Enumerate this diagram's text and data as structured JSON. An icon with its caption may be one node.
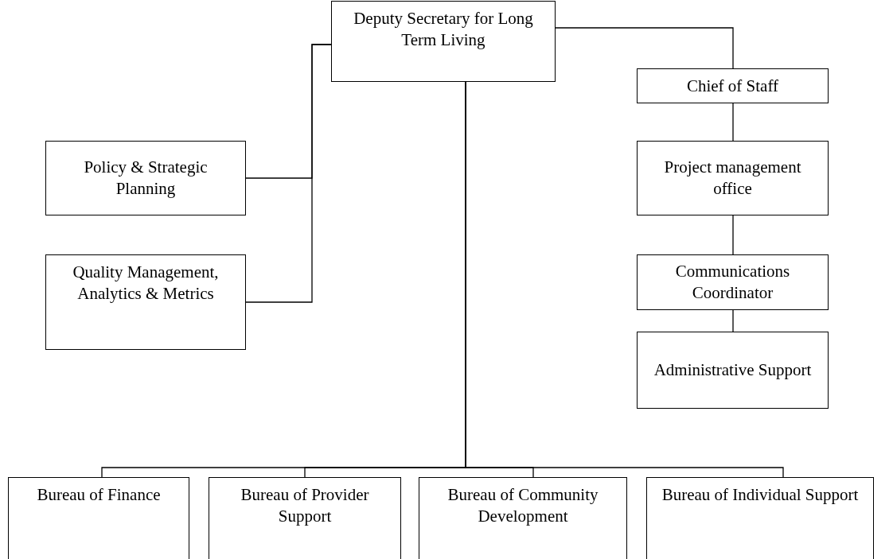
{
  "diagram": {
    "nodes": [
      {
        "text": [
          "Deputy Secretary for Long Term Living"
        ]
      },
      {
        "text": [
          "Chief of Staff"
        ]
      },
      {
        "text": [
          "Policy & Strategic Planning"
        ]
      },
      {
        "text": [
          "Project management office"
        ]
      },
      {
        "text": [
          "Quality Management, Analytics & Metrics"
        ]
      },
      {
        "text": [
          "Communications Coordinator"
        ]
      },
      {
        "text": [
          "Administrative Support"
        ]
      },
      {
        "text": [
          "Bureau of Finance"
        ]
      },
      {
        "text": [
          "Bureau of Provider Support"
        ]
      },
      {
        "text": [
          "Bureau of Community Development"
        ]
      },
      {
        "text": [
          "Bureau of Individual Support"
        ]
      }
    ],
    "edges": [
      {
        "from": 0,
        "to": 1,
        "arrow": "none"
      },
      {
        "from": 0,
        "to": 2,
        "arrow": "none"
      },
      {
        "from": 0,
        "to": 4,
        "arrow": "none"
      },
      {
        "from": 1,
        "to": 3,
        "arrow": "none"
      },
      {
        "from": 3,
        "to": 5,
        "arrow": "none"
      },
      {
        "from": 5,
        "to": 6,
        "arrow": "none"
      },
      {
        "from": 0,
        "to": 7,
        "arrow": "none"
      },
      {
        "from": 0,
        "to": 8,
        "arrow": "none"
      },
      {
        "from": 0,
        "to": 9,
        "arrow": "none"
      },
      {
        "from": 0,
        "to": 10,
        "arrow": "none"
      }
    ]
  }
}
